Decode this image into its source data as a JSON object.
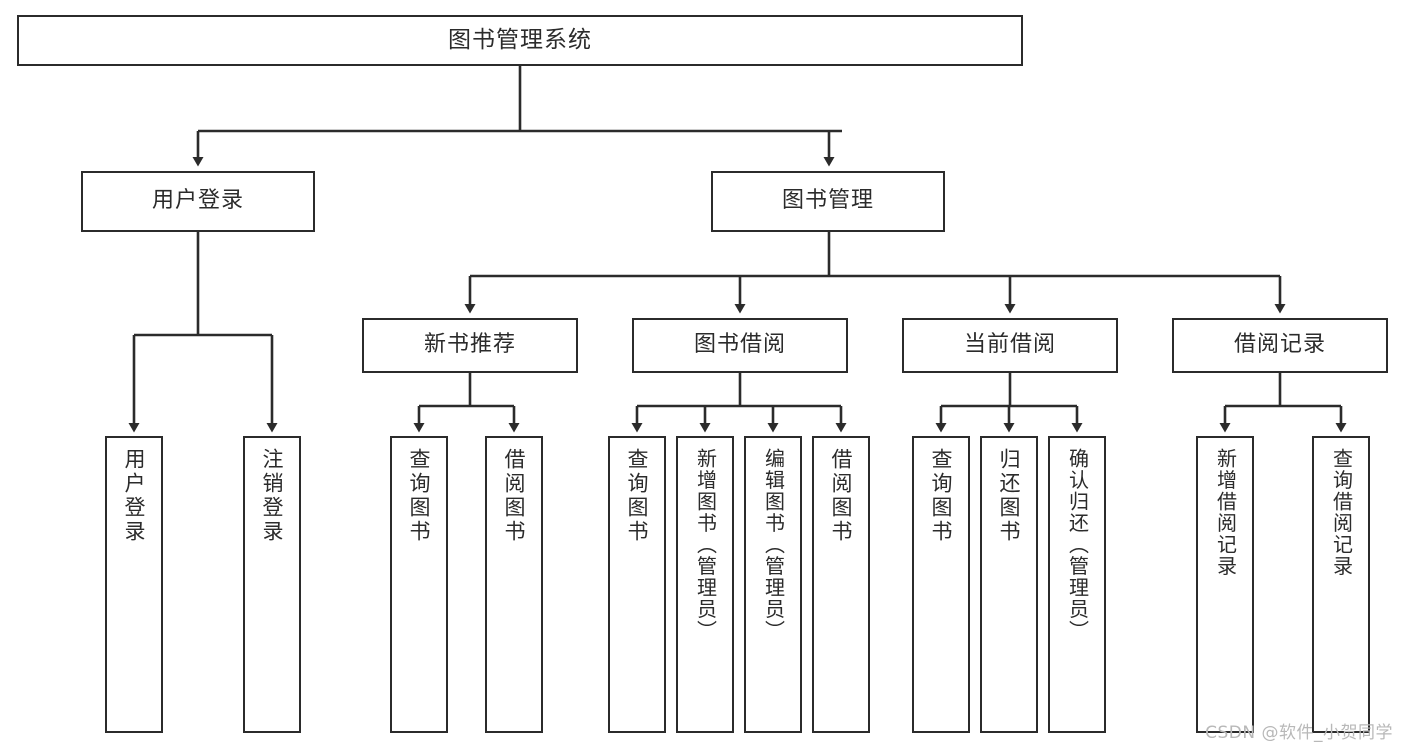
{
  "diagram": {
    "title": "图书管理系统",
    "type": "tree-hierarchy",
    "root": {
      "id": "root",
      "label": "图书管理系统"
    },
    "level1": [
      {
        "id": "user-login",
        "label": "用户登录"
      },
      {
        "id": "book-manage",
        "label": "图书管理"
      }
    ],
    "level2": [
      {
        "id": "new-book-rec",
        "label": "新书推荐",
        "parent": "book-manage"
      },
      {
        "id": "book-borrow",
        "label": "图书借阅",
        "parent": "book-manage"
      },
      {
        "id": "current-borrow",
        "label": "当前借阅",
        "parent": "book-manage"
      },
      {
        "id": "borrow-record",
        "label": "借阅记录",
        "parent": "book-manage"
      }
    ],
    "leaves": [
      {
        "id": "leaf-user-login",
        "label": "用户登录",
        "parent": "user-login"
      },
      {
        "id": "leaf-logout-login",
        "label": "注销登录",
        "parent": "user-login"
      },
      {
        "id": "leaf-query-book-1",
        "label": "查询图书",
        "parent": "new-book-rec"
      },
      {
        "id": "leaf-borrow-book-1",
        "label": "借阅图书",
        "parent": "new-book-rec"
      },
      {
        "id": "leaf-query-book-2",
        "label": "查询图书",
        "parent": "book-borrow"
      },
      {
        "id": "leaf-add-book",
        "label": "新增图书（管理员）",
        "parent": "book-borrow"
      },
      {
        "id": "leaf-edit-book",
        "label": "编辑图书（管理员）",
        "parent": "book-borrow"
      },
      {
        "id": "leaf-borrow-book-2",
        "label": "借阅图书",
        "parent": "book-borrow"
      },
      {
        "id": "leaf-query-book-3",
        "label": "查询图书",
        "parent": "current-borrow"
      },
      {
        "id": "leaf-return-book",
        "label": "归还图书",
        "parent": "current-borrow"
      },
      {
        "id": "leaf-confirm-return",
        "label": "确认归还（管理员）",
        "parent": "current-borrow"
      },
      {
        "id": "leaf-add-record",
        "label": "新增借阅记录",
        "parent": "borrow-record"
      },
      {
        "id": "leaf-query-record",
        "label": "查询借阅记录",
        "parent": "borrow-record"
      }
    ],
    "watermark": "CSDN @软件_小贺同学",
    "colors": {
      "stroke": "#2b2b2b",
      "fill": "#ffffff",
      "text": "#2b2b2b",
      "watermark": "#b8b8b8"
    }
  }
}
